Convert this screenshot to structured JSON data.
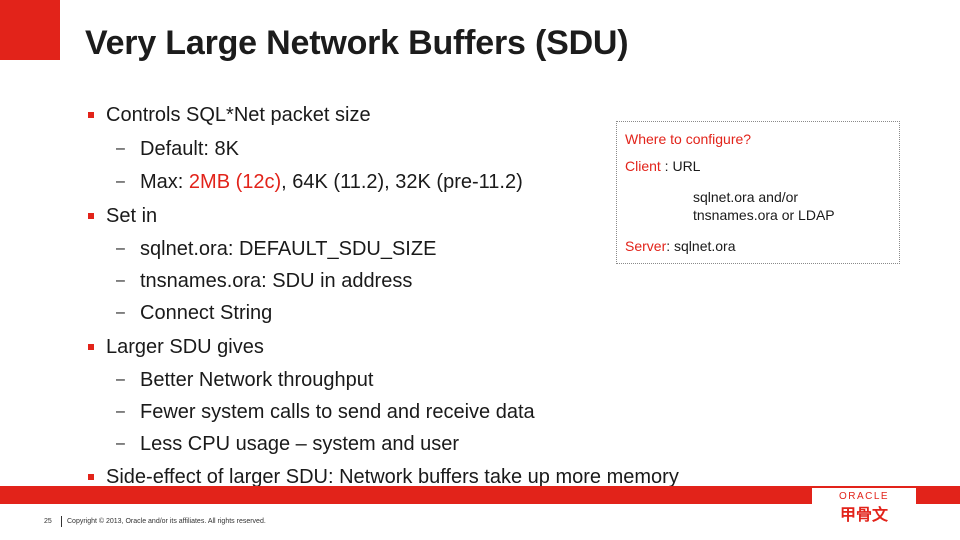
{
  "slide": {
    "title": "Very Large Network Buffers (SDU)",
    "bullets": [
      {
        "text": "Controls SQL*Net packet size",
        "subs": [
          {
            "text": "Default: 8K"
          },
          {
            "prefix": "Max: ",
            "highlight": "2MB (12c)",
            "suffix": ", 64K (11.2), 32K (pre-11.2)"
          }
        ]
      },
      {
        "text": "Set in",
        "subs": [
          {
            "text": "sqlnet.ora: DEFAULT_SDU_SIZE"
          },
          {
            "text": "tnsnames.ora: SDU in address"
          },
          {
            "text": "Connect String"
          }
        ]
      },
      {
        "text": "Larger SDU gives",
        "subs": [
          {
            "text": "Better Network throughput"
          },
          {
            "text": "Fewer system calls to send and receive data"
          },
          {
            "text": "Less CPU usage – system and user"
          }
        ]
      },
      {
        "text": "Side-effect of larger SDU: Network buffers take up more memory"
      }
    ],
    "dash": "–"
  },
  "callout": {
    "heading": "Where to configure?",
    "client_label": "Client",
    "client_value": " : URL",
    "client_detail_1": "sqlnet.ora and/or",
    "client_detail_2": "tnsnames.ora or LDAP",
    "server_label": "Server",
    "server_value": ": sqlnet.ora"
  },
  "footer": {
    "page_number": "25",
    "copyright": "Copyright © 2013, Oracle and/or its affiliates. All rights reserved.",
    "logo_text": "ORACLE",
    "logo_cjk": "甲骨文"
  },
  "colors": {
    "accent": "#e2231a",
    "text": "#1a1a1a"
  }
}
